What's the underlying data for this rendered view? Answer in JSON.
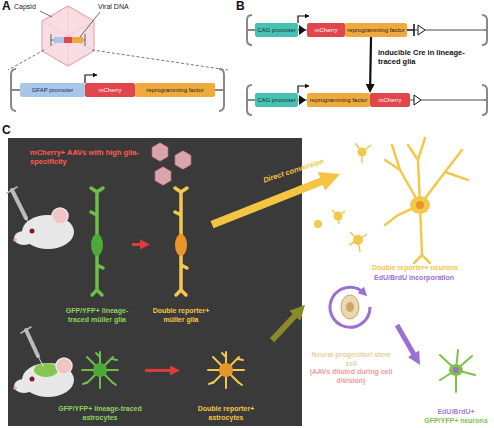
{
  "diagram": {
    "nodes": [
      {
        "text": [
          "GFAP promoter"
        ]
      },
      {
        "text": [
          "mCherry"
        ]
      },
      {
        "text": [
          "reprogramming factor"
        ]
      },
      {
        "text": [
          "CAG promoter"
        ]
      },
      {
        "text": [
          "mCherry"
        ]
      },
      {
        "text": [
          "reprogramming factor"
        ]
      },
      {
        "text": [
          "CAG promoter"
        ]
      },
      {
        "text": [
          "reprogramming factor"
        ]
      },
      {
        "text": [
          "mCherry"
        ]
      },
      {
        "text": [
          "mCherry+ AAVs with high glia-specificity"
        ]
      },
      {
        "text": [
          "GFP/YFP+ lineage-traced müller glia"
        ],
        "in": 9
      },
      {
        "text": [
          "Double reporter+ müller glia"
        ],
        "in": 9
      },
      {
        "text": [
          "GFP/YFP+ lineage-traced astrocytes"
        ],
        "in": 9
      },
      {
        "text": [
          "Double reporter+ astrocytes"
        ],
        "in": 9
      },
      {
        "text": [
          "Double reporter+ neurons"
        ]
      },
      {
        "text": [
          "Neural progenitor/ stem cell",
          "(AAVs diluted during cell division)"
        ]
      },
      {
        "text": [
          "EdU/BrdU+",
          "GFP/YFP+ neurons"
        ]
      }
    ],
    "edges": [
      {
        "from": 5,
        "to": 7,
        "arrow": "to",
        "label": "inducible Cre in lineage-traced glia"
      },
      {
        "from": 10,
        "to": 11,
        "arrow": "to"
      },
      {
        "from": 12,
        "to": 13,
        "arrow": "to"
      },
      {
        "from": 11,
        "to": 14,
        "arrow": "to",
        "label": "Direct conversion"
      },
      {
        "from": 13,
        "to": 15,
        "arrow": "to"
      },
      {
        "from": 15,
        "to": 16,
        "arrow": "to"
      }
    ],
    "labels": [
      "A",
      "B",
      "C",
      "Capsid",
      "Viral DNA",
      "EdU/BrdU incorporation"
    ]
  }
}
